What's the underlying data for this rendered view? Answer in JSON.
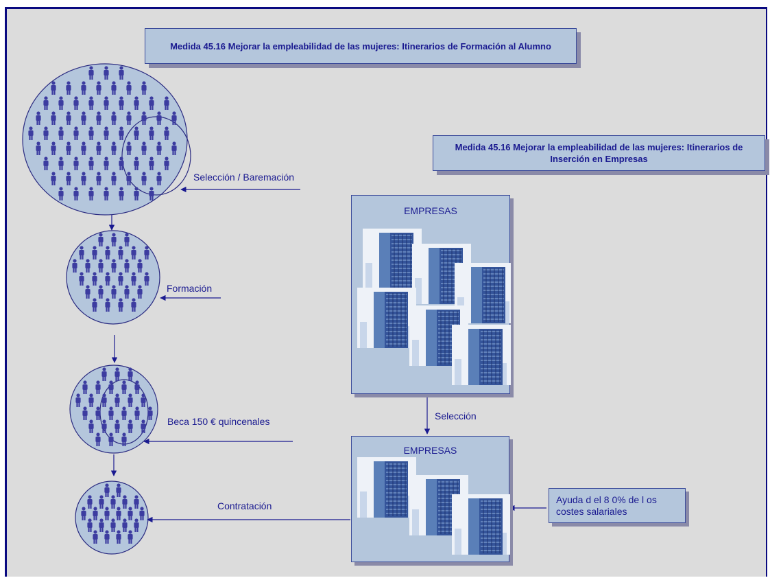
{
  "title_alumno": "Medida 45.16 Mejorar la empleabilidad de las mujeres: Itinerarios de Formación al Alumno",
  "title_empresas": "Medida 45.16 Mejorar la empleabilidad de las mujeres: Itinerarios de Inserción en Empresas",
  "labels": {
    "seleccion_baremacion": "Selección / Baremación",
    "formacion": "Formación",
    "beca": "Beca 150 € quincenales",
    "contratacion": "Contratación",
    "seleccion": "Selección"
  },
  "empresas_top": "EMPRESAS",
  "empresas_bottom": "EMPRESAS",
  "ayuda": "Ayuda d el 8 0% de  l os costes salariales",
  "colors": {
    "background": "#dcdcdc",
    "box_fill": "#b4c6dc",
    "text": "#1a1a90",
    "border": "#0a0a80",
    "person": "#3c3ca0"
  }
}
